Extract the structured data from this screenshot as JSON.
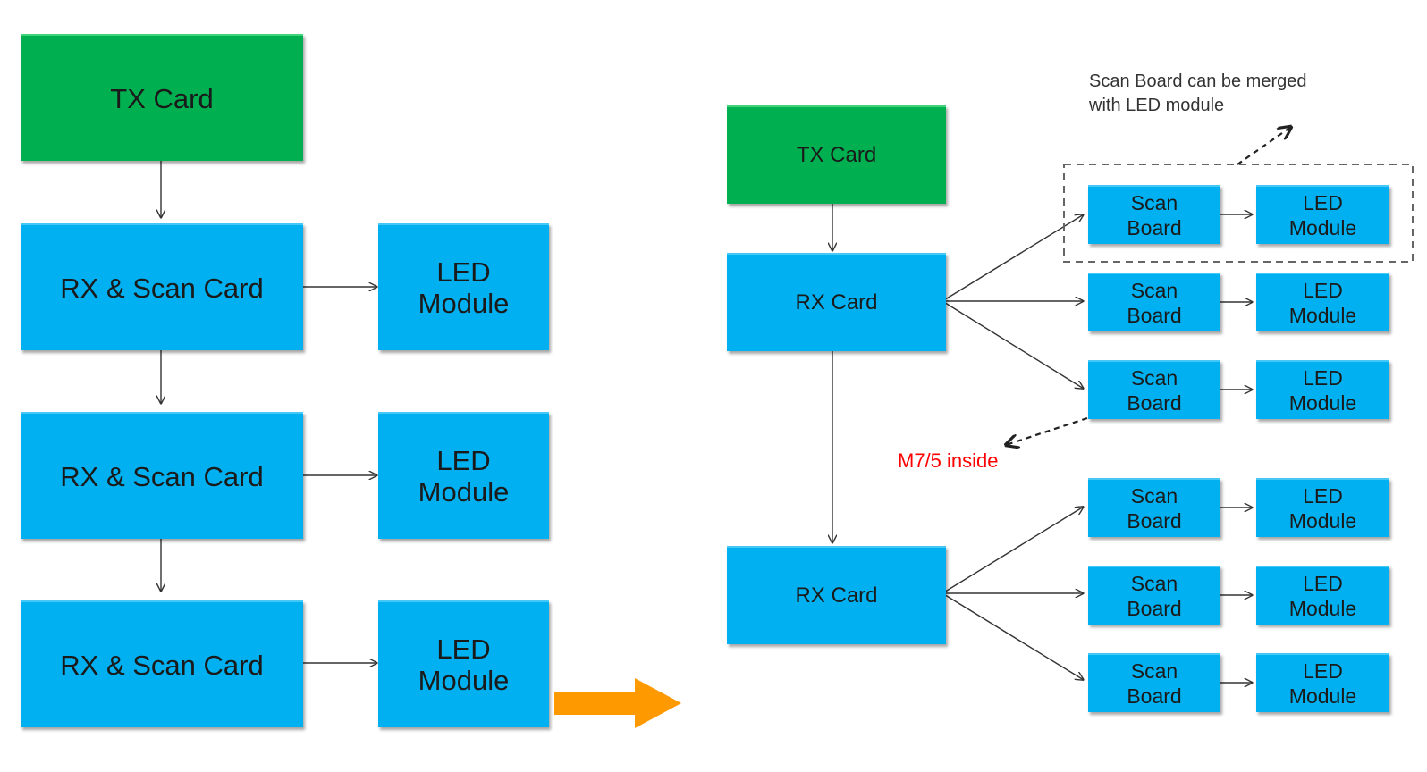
{
  "left": {
    "tx_card": "TX Card",
    "rx_scan_cards": [
      "RX & Scan Card",
      "RX & Scan Card",
      "RX & Scan Card"
    ],
    "led_modules": [
      "LED\nModule",
      "LED\nModule",
      "LED\nModule"
    ]
  },
  "right": {
    "tx_card": "TX Card",
    "rx_cards": [
      "RX Card",
      "RX Card"
    ],
    "scan_boards": [
      "Scan\nBoard",
      "Scan\nBoard",
      "Scan\nBoard",
      "Scan\nBoard",
      "Scan\nBoard",
      "Scan\nBoard"
    ],
    "led_modules": [
      "LED\nModule",
      "LED\nModule",
      "LED\nModule",
      "LED\nModule",
      "LED\nModule",
      "LED\nModule"
    ],
    "merge_note": "Scan Board can be merged\nwith LED module",
    "m7_note": "M7/5 inside"
  },
  "colors": {
    "tx_green": "#00b050",
    "card_blue": "#00b0f0",
    "transition_arrow": "#ff9900",
    "note_red": "#ff0000"
  }
}
